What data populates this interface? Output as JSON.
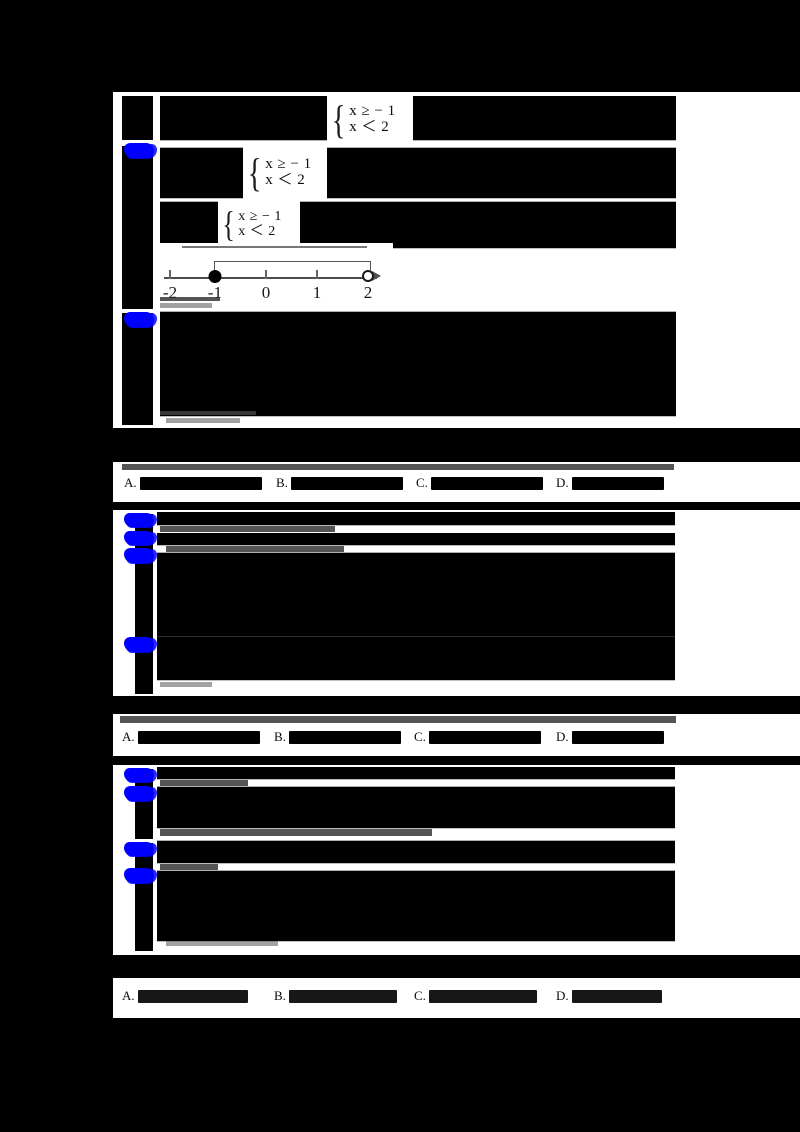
{
  "document": {
    "kind": "scanned-worksheet",
    "page_background": "#000000",
    "paper_color": "#ffffff",
    "redaction_color": "#000000",
    "highlight_color": "#0000ff"
  },
  "inequality_systems": [
    {
      "id": "system-1",
      "brace": "{",
      "line1": "x ≥ − 1",
      "line2": "x ＜ 2"
    },
    {
      "id": "system-2",
      "brace": "{",
      "line1": "x ≥ − 1",
      "line2": "x ＜ 2"
    },
    {
      "id": "system-3",
      "brace": "{",
      "line1": "x ≥ − 1",
      "line2": "x ＜ 2"
    }
  ],
  "number_line": {
    "id": "number-line-figure",
    "tick_labels": [
      "-2",
      "-1",
      "0",
      "1",
      "2"
    ],
    "tick_values": [
      -2,
      -1,
      0,
      1,
      2
    ],
    "closed_point": "-1",
    "open_point": "2",
    "axis_arrow": "right"
  },
  "choice_rows": [
    {
      "id": "choice-row-1",
      "options": [
        {
          "letter": "A.",
          "value": ""
        },
        {
          "letter": "B.",
          "value": ""
        },
        {
          "letter": "C.",
          "value": ""
        },
        {
          "letter": "D.",
          "value": ""
        }
      ]
    },
    {
      "id": "choice-row-2",
      "options": [
        {
          "letter": "A.",
          "value": ""
        },
        {
          "letter": "B.",
          "value": ""
        },
        {
          "letter": "C.",
          "value": ""
        },
        {
          "letter": "D.",
          "value": ""
        }
      ]
    },
    {
      "id": "choice-row-3",
      "options": [
        {
          "letter": "A.",
          "value": ""
        },
        {
          "letter": "B.",
          "value": ""
        },
        {
          "letter": "C.",
          "value": ""
        },
        {
          "letter": "D.",
          "value": ""
        }
      ]
    }
  ],
  "margin_marks": [
    {
      "id": "mark-1"
    },
    {
      "id": "mark-2"
    },
    {
      "id": "mark-3"
    },
    {
      "id": "mark-4"
    },
    {
      "id": "mark-5"
    },
    {
      "id": "mark-6"
    },
    {
      "id": "mark-7"
    },
    {
      "id": "mark-8"
    },
    {
      "id": "mark-9"
    }
  ]
}
